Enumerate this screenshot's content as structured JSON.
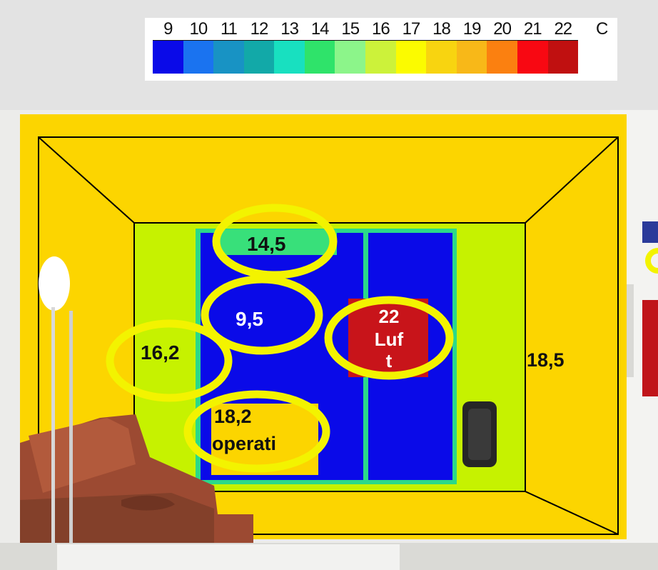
{
  "legend": {
    "ticks": [
      "9",
      "10",
      "11",
      "12",
      "13",
      "14",
      "15",
      "16",
      "17",
      "18",
      "19",
      "20",
      "21",
      "22"
    ],
    "unit": "C",
    "colors": [
      "#0a0ae8",
      "#1a73f0",
      "#1893c4",
      "#12a9a8",
      "#18e0c0",
      "#2fe36a",
      "#8cf58a",
      "#ccf23a",
      "#fbfb00",
      "#f8d410",
      "#f8b818",
      "#fb8010",
      "#f80812",
      "#c01010"
    ]
  },
  "labels": {
    "ceiling": "14,5",
    "window": "9,5",
    "left_wall": "16,2",
    "air_line1": "22",
    "air_line2": "Luf",
    "air_line3": "t",
    "operative_line1": "18,2",
    "operative_line2": "operati",
    "right_wall": "18,5"
  },
  "colors": {
    "warm_yellow": "#fcd500",
    "lime": "#c6f200",
    "window_blue": "#0a0ae8",
    "cool_green": "#38e07a",
    "air_red": "#c8141a",
    "highlight": "#f3f300",
    "frame_teal": "#2bd98a"
  }
}
